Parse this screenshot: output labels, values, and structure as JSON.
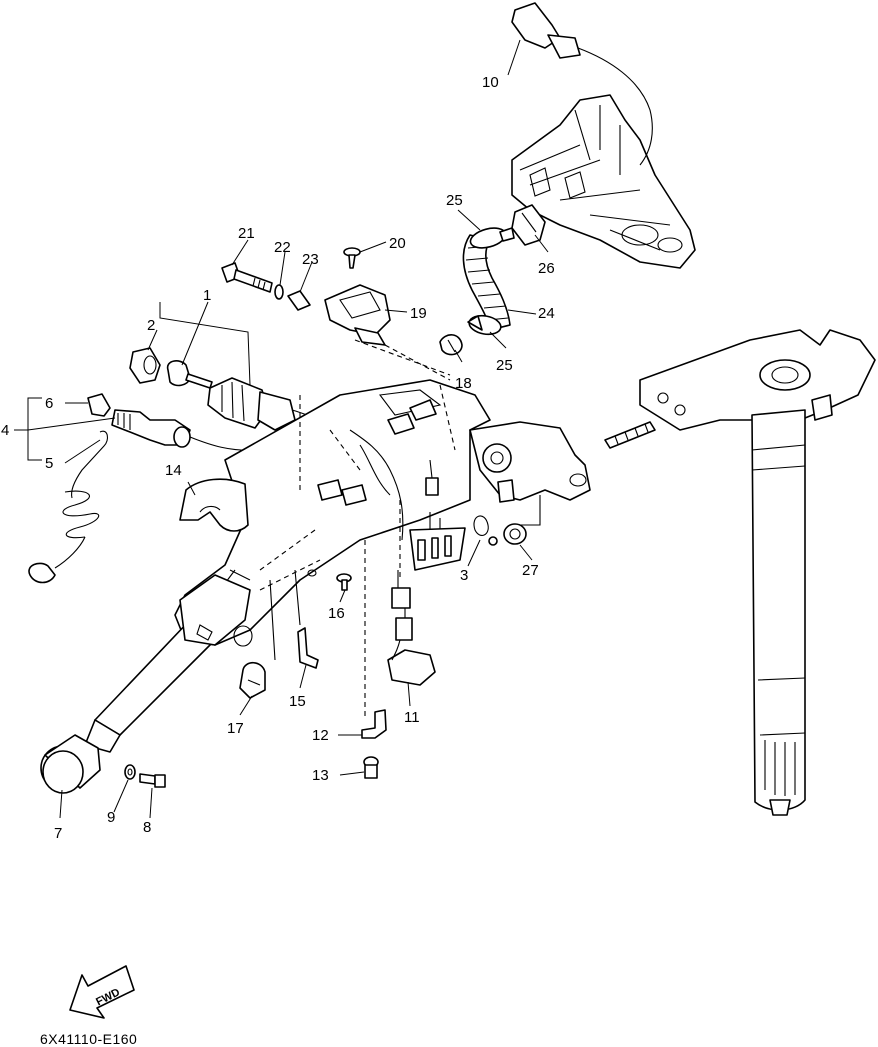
{
  "diagram_code": "6X41110-E160",
  "fwd_label": "FWD",
  "callouts": [
    {
      "id": "c1",
      "label": "1"
    },
    {
      "id": "c2",
      "label": "2"
    },
    {
      "id": "c3",
      "label": "3"
    },
    {
      "id": "c4",
      "label": "4"
    },
    {
      "id": "c5",
      "label": "5"
    },
    {
      "id": "c6",
      "label": "6"
    },
    {
      "id": "c7",
      "label": "7"
    },
    {
      "id": "c8",
      "label": "8"
    },
    {
      "id": "c9",
      "label": "9"
    },
    {
      "id": "c10",
      "label": "10"
    },
    {
      "id": "c11",
      "label": "11"
    },
    {
      "id": "c12",
      "label": "12"
    },
    {
      "id": "c13",
      "label": "13"
    },
    {
      "id": "c14",
      "label": "14"
    },
    {
      "id": "c15",
      "label": "15"
    },
    {
      "id": "c16",
      "label": "16"
    },
    {
      "id": "c17",
      "label": "17"
    },
    {
      "id": "c18",
      "label": "18"
    },
    {
      "id": "c19",
      "label": "19"
    },
    {
      "id": "c20",
      "label": "20"
    },
    {
      "id": "c21",
      "label": "21"
    },
    {
      "id": "c22",
      "label": "22"
    },
    {
      "id": "c23",
      "label": "23"
    },
    {
      "id": "c24",
      "label": "24"
    },
    {
      "id": "c25a",
      "label": "25"
    },
    {
      "id": "c25b",
      "label": "25"
    },
    {
      "id": "c26",
      "label": "26"
    },
    {
      "id": "c27",
      "label": "27"
    }
  ]
}
